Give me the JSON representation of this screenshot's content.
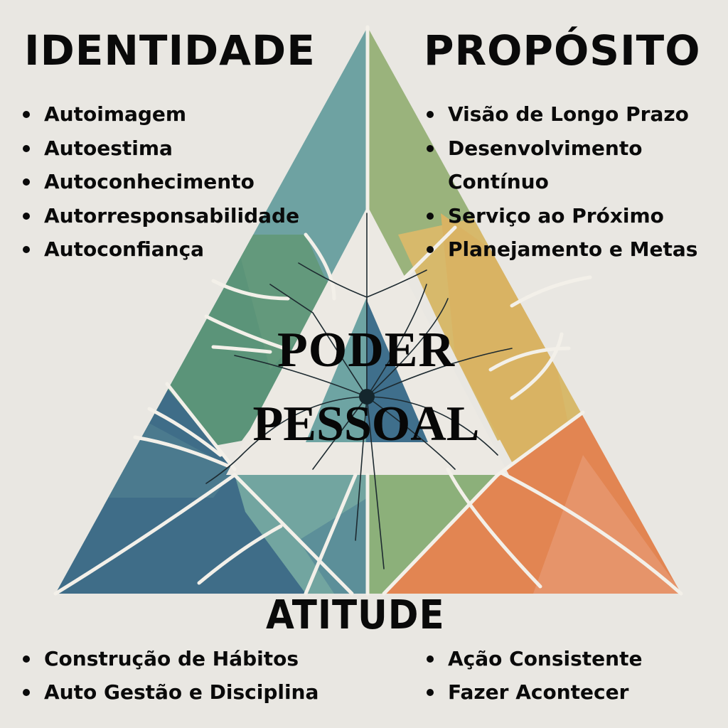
{
  "title": "Poder Pessoal",
  "center": {
    "line1": "PODER",
    "line2": "PESSOAL"
  },
  "sections": {
    "identidade": {
      "heading": "IDENTIDADE",
      "items": [
        "Autoimagem",
        "Autoestima",
        "Autoconhecimento",
        "Autorresponsabilidade",
        "Autoconfiança"
      ]
    },
    "proposito": {
      "heading": "PROPÓSITO",
      "items": [
        "Visão de Longo Prazo",
        "Desenvolvimento",
        "Contínuo",
        "Serviço ao Próximo",
        "Planejamento e Metas"
      ]
    },
    "atitude": {
      "heading": "ATITUDE",
      "items_left": [
        "Construção de Hábitos",
        "Auto Gestão e Disciplina"
      ],
      "items_right": [
        "Ação Consistente",
        "Fazer Acontecer"
      ]
    }
  },
  "colors": {
    "background": "#e9e7e2",
    "teal": "#6c9f9f",
    "green": "#5a9377",
    "navy": "#3e6b87",
    "sage": "#93b07c",
    "mustard": "#d8b768",
    "orange": "#e2844f",
    "crack": "#f4f1ea",
    "text": "#0a0a0a"
  }
}
